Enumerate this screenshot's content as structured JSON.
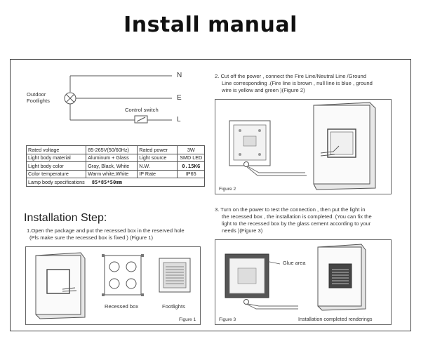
{
  "title": "Install manual",
  "wiring": {
    "n": "N",
    "e": "E",
    "l": "L",
    "outdoor_footlights": "Outdoor\nFootlights",
    "control_switch": "Control switch"
  },
  "spec": {
    "rows": [
      [
        "Rated voltage",
        "85-265V(50/60Hz)",
        "Rated power",
        "3W"
      ],
      [
        "Light body material",
        "Aluminum + Glass",
        "Light source",
        "SMD LED"
      ],
      [
        "Light body color",
        "Gray, Black, White",
        "N.W.",
        "0.15KG"
      ],
      [
        "Color temperature",
        "Warm white,White",
        "IP Rate",
        "IP65"
      ]
    ],
    "last_label": "Lamp body specifications",
    "last_value": "85*85*50mm"
  },
  "step1": {
    "heading": "Installation Step:",
    "line1": "1.Open the package and put the recessed box in the reserved hole",
    "line2": "(Pls make sure the recessed box is fixed ) (Figure 1)",
    "recessed_box": "Recessed box",
    "footlights": "Footlights",
    "figure": "Figure 1"
  },
  "step2": {
    "line1": "2. Cut off the power , connect the Fire Line/Neutral Line /Ground",
    "line2": "Line corresponding .(Fire line is brown , null line is blue , ground",
    "line3": "wire is yellow and green )(Figure 2)",
    "figure": "Figure 2"
  },
  "step3": {
    "line1": "3. Turn on the power to test the connection , then put the light in",
    "line2": "the recessed box , the installation is completed. (You can fix the",
    "line3": "light to the recessed box by the glass cement according to your",
    "line4": "needs )(Figure 3)",
    "glue_area": "Glue area",
    "completed": "Installation completed renderings",
    "figure": "Figure 3"
  }
}
